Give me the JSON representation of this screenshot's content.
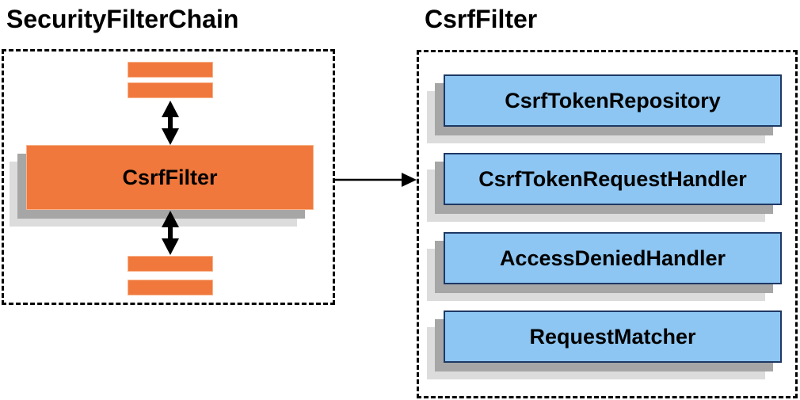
{
  "left_panel": {
    "title": "SecurityFilterChain",
    "filter_label": "CsrfFilter"
  },
  "right_panel": {
    "title": "CsrfFilter",
    "components": [
      {
        "label": "CsrfTokenRepository"
      },
      {
        "label": "CsrfTokenRequestHandler"
      },
      {
        "label": "AccessDeniedHandler"
      },
      {
        "label": "RequestMatcher"
      }
    ]
  },
  "colors": {
    "orange": "#F0783C",
    "orange_border": "#F8B48C",
    "blue": "#8DC6F2",
    "blue_border": "#1F3864",
    "shadow_dark": "#A6A6A6",
    "shadow_light": "#DCDCDC",
    "arrow": "#000000"
  }
}
